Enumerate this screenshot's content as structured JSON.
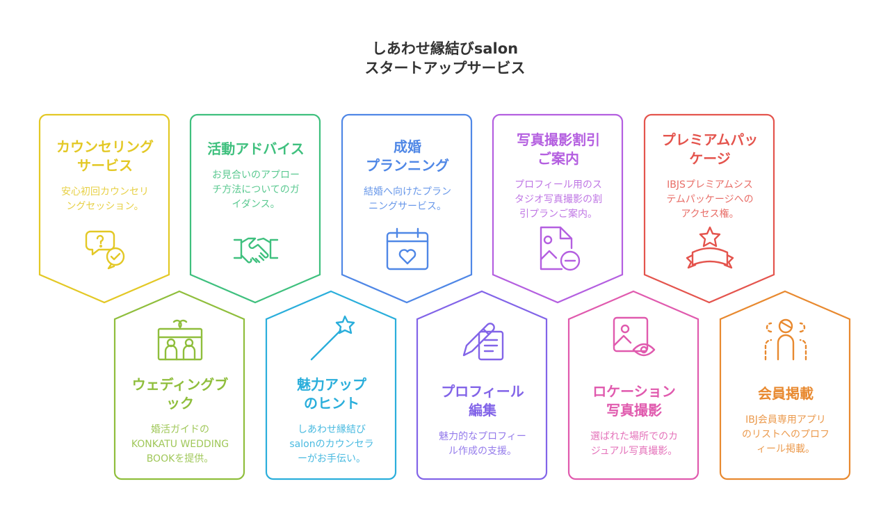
{
  "title": [
    "しあわせ縁結びsalon",
    "スタートアップサービス"
  ],
  "cards": [
    {
      "row": "top",
      "color": "#e3c825",
      "icon": "chat-question-check-icon",
      "title": [
        "カウンセリング",
        "サービス"
      ],
      "desc": [
        "安心初回カウンセリ",
        "ングセッション。"
      ]
    },
    {
      "row": "top",
      "color": "#3fc07e",
      "icon": "handshake-icon",
      "title": [
        "活動アドバイス"
      ],
      "desc": [
        "お見合いのアプロー",
        "チ方法についてのガ",
        "イダンス。"
      ]
    },
    {
      "row": "top",
      "color": "#4f87e6",
      "icon": "calendar-heart-icon",
      "title": [
        "成婚",
        "プランニング"
      ],
      "desc": [
        "結婚へ向けたプラン",
        "ニングサービス。"
      ]
    },
    {
      "row": "top",
      "color": "#b45fe0",
      "icon": "photo-file-discount-icon",
      "title": [
        "写真撮影割引",
        "ご案内"
      ],
      "desc": [
        "プロフィール用のス",
        "タジオ写真撮影の割",
        "引プランご案内。"
      ]
    },
    {
      "row": "top",
      "color": "#e4544d",
      "icon": "star-ribbon-icon",
      "title": [
        "プレミアムパッ",
        "ケージ"
      ],
      "desc": [
        "IBJSプレミアムシス",
        "テムパッケージへの",
        "アクセス権。"
      ]
    },
    {
      "row": "bot",
      "color": "#8fbe3c",
      "icon": "gift-couple-icon",
      "title": [
        "ウェディングブ",
        "ック"
      ],
      "desc": [
        "婚活ガイドの",
        "KONKATU WEDDING",
        "BOOKを提供。"
      ]
    },
    {
      "row": "bot",
      "color": "#2aaedb",
      "icon": "magic-wand-icon",
      "title": [
        "魅力アップ",
        "のヒント"
      ],
      "desc": [
        "しあわせ縁結び",
        "salonのカウンセラ",
        "ーがお手伝い。"
      ]
    },
    {
      "row": "bot",
      "color": "#8264e8",
      "icon": "pen-document-icon",
      "title": [
        "プロフィール",
        "編集"
      ],
      "desc": [
        "魅力的なプロフィー",
        "ル作成の支援。"
      ]
    },
    {
      "row": "bot",
      "color": "#e05aae",
      "icon": "photo-eye-icon",
      "title": [
        "ロケーション",
        "写真撮影"
      ],
      "desc": [
        "選ばれた場所でのカ",
        "ジュアル写真撮影。"
      ]
    },
    {
      "row": "bot",
      "color": "#e8892f",
      "icon": "member-group-icon",
      "title": [
        "会員掲載"
      ],
      "desc": [
        "IBJ会員専用アプリ",
        "のリストへのプロフ",
        "ィール掲載。"
      ]
    }
  ]
}
